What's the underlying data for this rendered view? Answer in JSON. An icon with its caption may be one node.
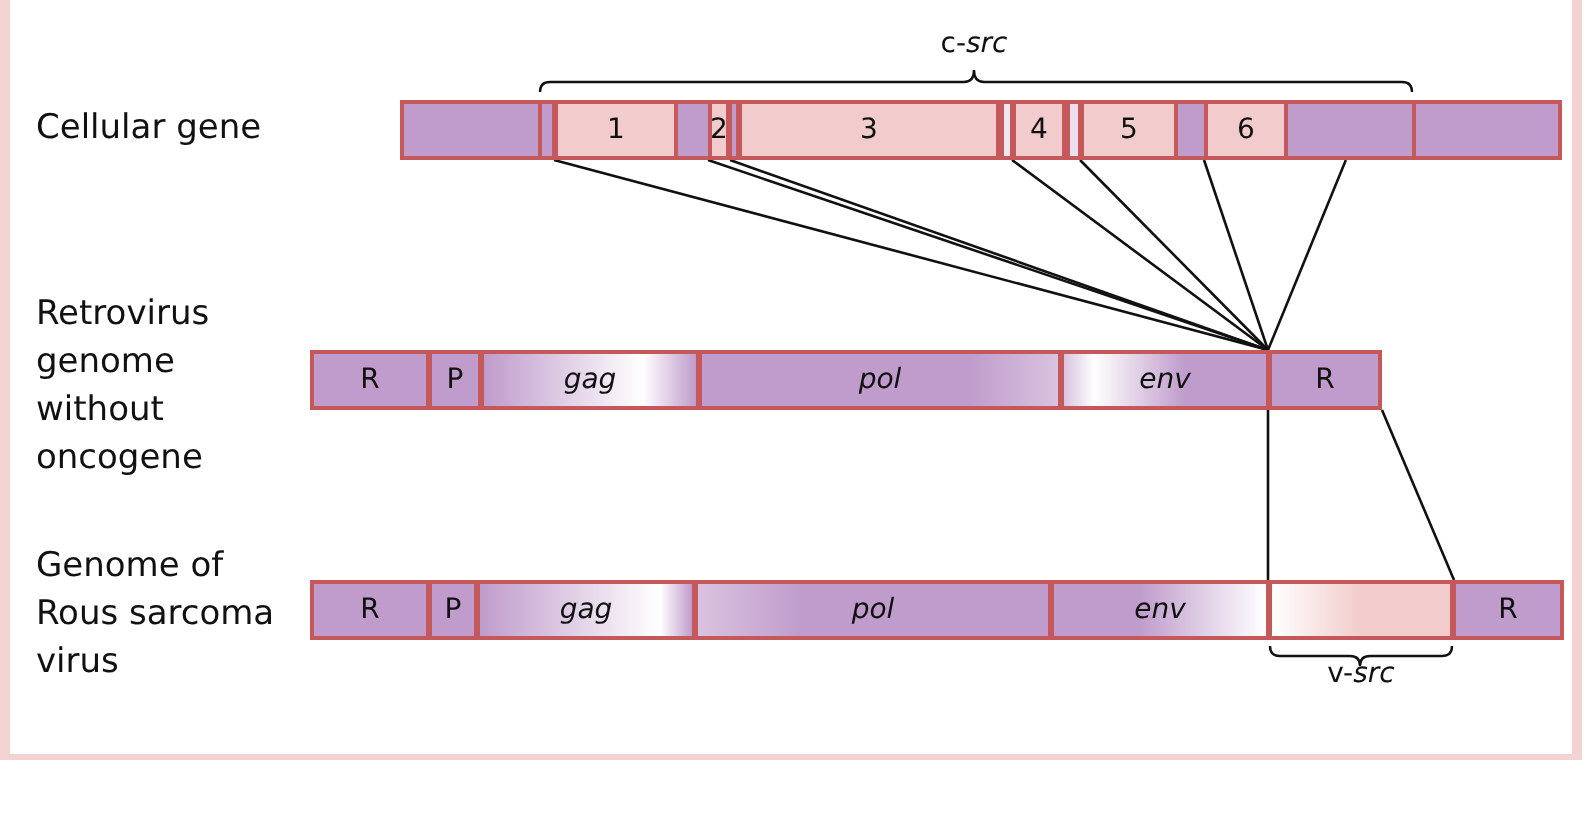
{
  "diagram": {
    "nodes": [
      {
        "text": [
          "Cellular gene"
        ]
      },
      {
        "text": [
          "1"
        ],
        "in": 0
      },
      {
        "text": [
          "2"
        ],
        "in": 0
      },
      {
        "text": [
          "3"
        ],
        "in": 0
      },
      {
        "text": [
          "4"
        ],
        "in": 0
      },
      {
        "text": [
          "5"
        ],
        "in": 0
      },
      {
        "text": [
          "6"
        ],
        "in": 0
      },
      {
        "text": [
          "Retrovirus genome without oncogene"
        ]
      },
      {
        "text": [
          "R"
        ],
        "in": 7
      },
      {
        "text": [
          "P"
        ],
        "in": 7
      },
      {
        "text": [
          "gag"
        ],
        "in": 7
      },
      {
        "text": [
          "pol"
        ],
        "in": 7
      },
      {
        "text": [
          "env"
        ],
        "in": 7
      },
      {
        "text": [
          "R"
        ],
        "in": 7
      },
      {
        "text": [
          "Genome of Rous sarcoma virus"
        ]
      },
      {
        "text": [
          "R"
        ],
        "in": 14
      },
      {
        "text": [
          "P"
        ],
        "in": 14
      },
      {
        "text": [
          "gag"
        ],
        "in": 14
      },
      {
        "text": [
          "pol"
        ],
        "in": 14
      },
      {
        "text": [
          "env"
        ],
        "in": 14
      },
      {
        "text": [],
        "shape": "box",
        "in": 14,
        "beside": [
          "v-*src*"
        ]
      },
      {
        "text": [
          "R"
        ],
        "in": 14
      }
    ],
    "edges": [
      {
        "from": 1,
        "to": 13,
        "arrow": "none"
      },
      {
        "from": 2,
        "to": 13,
        "arrow": "none"
      },
      {
        "from": 2,
        "to": 13,
        "arrow": "none"
      },
      {
        "from": 4,
        "to": 13,
        "arrow": "none"
      },
      {
        "from": 5,
        "to": 13,
        "arrow": "none"
      },
      {
        "from": 6,
        "to": 13,
        "arrow": "none"
      },
      {
        "from": 0,
        "to": 13,
        "arrow": "none"
      },
      {
        "from": 13,
        "to": 20,
        "arrow": "none"
      },
      {
        "from": 13,
        "to": 20,
        "arrow": "none"
      }
    ],
    "labels": [
      "c-*src*"
    ]
  }
}
